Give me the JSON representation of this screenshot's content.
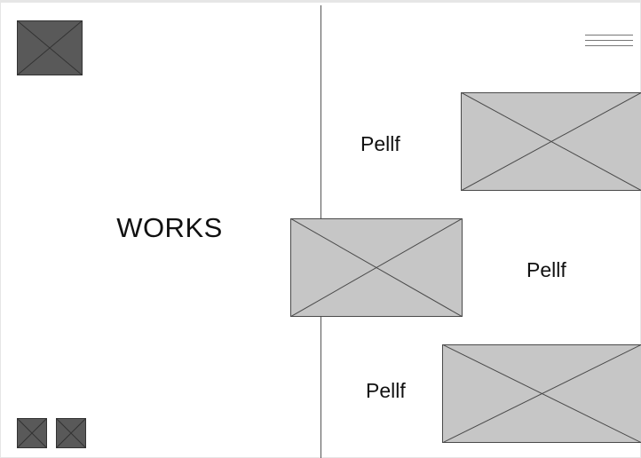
{
  "header": {
    "title": "WORKS"
  },
  "works": [
    {
      "label": "Pellf"
    },
    {
      "label": "Pellf"
    },
    {
      "label": "Pellf"
    }
  ],
  "icons": {
    "logo": "image-placeholder-icon",
    "menu": "hamburger-menu-icon",
    "social": [
      "image-placeholder-icon",
      "image-placeholder-icon"
    ]
  },
  "colors": {
    "background": "#ffffff",
    "placeholder_dark": "#595959",
    "placeholder_light": "#c6c6c6",
    "divider": "#555555",
    "text": "#111111"
  }
}
